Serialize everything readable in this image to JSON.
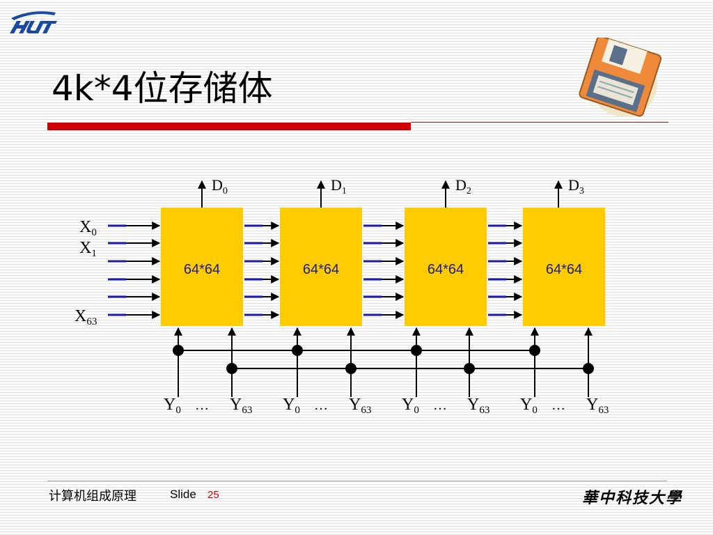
{
  "slide": {
    "title": "4k*4位存储体",
    "footer_course": "计算机组成原理",
    "footer_slide_label": "Slide",
    "footer_slide_number": "25",
    "footer_university": "華中科技大學"
  },
  "diagram": {
    "outputs": [
      {
        "main": "D",
        "sub": "0"
      },
      {
        "main": "D",
        "sub": "1"
      },
      {
        "main": "D",
        "sub": "2"
      },
      {
        "main": "D",
        "sub": "3"
      }
    ],
    "block_label": "64*64",
    "row_inputs": [
      {
        "main": "X",
        "sub": "0"
      },
      {
        "main": "X",
        "sub": "1"
      },
      {
        "main": "X",
        "sub": "63"
      }
    ],
    "column_inputs": {
      "first": {
        "main": "Y",
        "sub": "0"
      },
      "ellipsis": "…",
      "last": {
        "main": "Y",
        "sub": "63"
      }
    }
  },
  "colors": {
    "block_fill": "#ffcc00",
    "block_text": "#1a1a99",
    "input_line": "#1a1aaa",
    "accent_red": "#cc0000"
  }
}
